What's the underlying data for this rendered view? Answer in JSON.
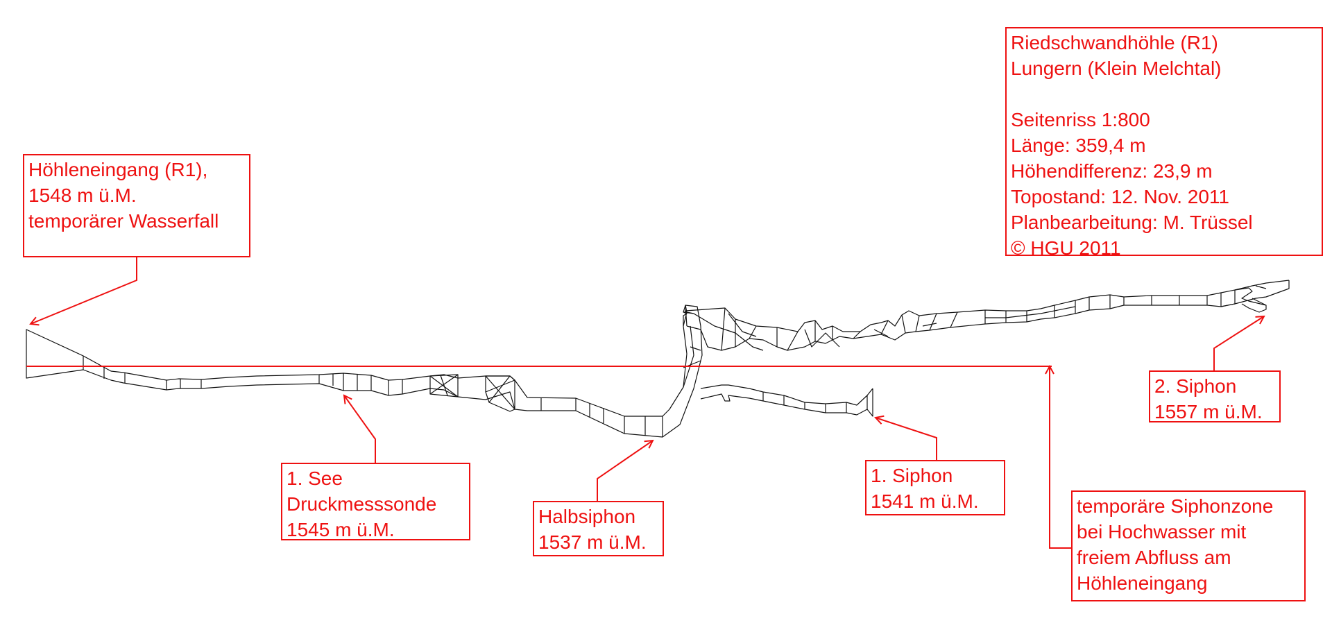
{
  "title_block": {
    "lines_top": [
      "Riedschwandhöhle (R1)",
      "Lungern (Klein Melchtal)"
    ],
    "lines_bottom": [
      "Seitenriss 1:800",
      "Länge: 359,4 m",
      "Höhendifferenz: 23,9 m",
      "Topostand: 12. Nov. 2011",
      "Planbearbeitung: M. Trüssel",
      "© HGU 2011"
    ]
  },
  "labels": {
    "entrance": [
      "Höhleneingang (R1),",
      "1548 m ü.M.",
      "temporärer Wasserfall"
    ],
    "lake": [
      "1. See",
      "Druckmesssonde",
      "1545 m ü.M."
    ],
    "halbsiphon": [
      "Halbsiphon",
      "1537 m ü.M."
    ],
    "siphon1": [
      "1. Siphon",
      "1541 m ü.M."
    ],
    "siphon2": [
      "2. Siphon",
      "1557 m ü.M."
    ],
    "siphonzone": [
      "temporäre Siphonzone",
      "bei Hochwasser mit",
      "freiem Abfluss am",
      "Höhleneingang"
    ]
  },
  "colors": {
    "annotation": "#ee1111",
    "survey": "#111111",
    "background": "#ffffff"
  }
}
